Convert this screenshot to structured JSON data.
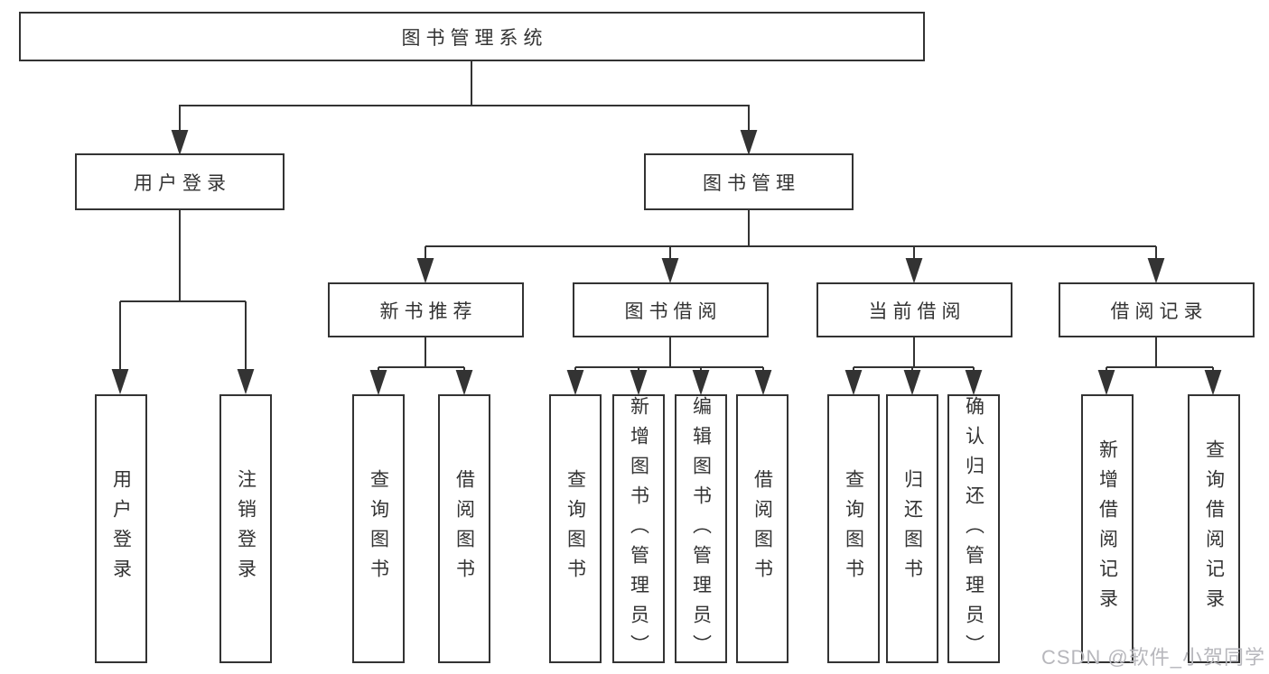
{
  "diagram": {
    "title": "图书管理系统",
    "level2": [
      {
        "label": "用户登录",
        "children": [
          "用户登录",
          "注销登录"
        ]
      },
      {
        "label": "图书管理",
        "groups": [
          {
            "label": "新书推荐",
            "children": [
              "查询图书",
              "借阅图书"
            ]
          },
          {
            "label": "图书借阅",
            "children": [
              "查询图书",
              "新增图书（管理员）",
              "编辑图书（管理员）",
              "借阅图书"
            ]
          },
          {
            "label": "当前借阅",
            "children": [
              "查询图书",
              "归还图书",
              "确认归还（管理员）"
            ]
          },
          {
            "label": "借阅记录",
            "children": [
              "新增借阅记录",
              "查询借阅记录"
            ]
          }
        ]
      }
    ]
  },
  "watermark": {
    "text": "CSDN @软件_小贺同学"
  },
  "colors": {
    "line": "#333333",
    "box_border": "#333333",
    "text": "#333333",
    "watermark": "#b7b7bc",
    "background": "#ffffff"
  }
}
